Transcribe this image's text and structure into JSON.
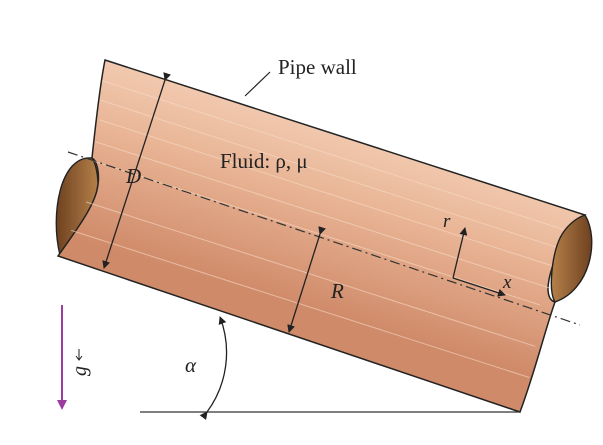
{
  "labels": {
    "pipe_wall": "Pipe wall",
    "fluid": "Fluid: ρ, μ",
    "diameter": "D",
    "radius": "R",
    "r_axis": "r",
    "x_axis": "x",
    "angle": "α",
    "gravity": "g"
  },
  "colors": {
    "pipe_light": "#f0c8ad",
    "pipe_mid": "#dda182",
    "pipe_dark": "#b06e4e",
    "end_dark": "#7a4a26",
    "end_light": "#b17a45",
    "gravity_arrow": "#9b3c9e",
    "outline": "#222222"
  }
}
